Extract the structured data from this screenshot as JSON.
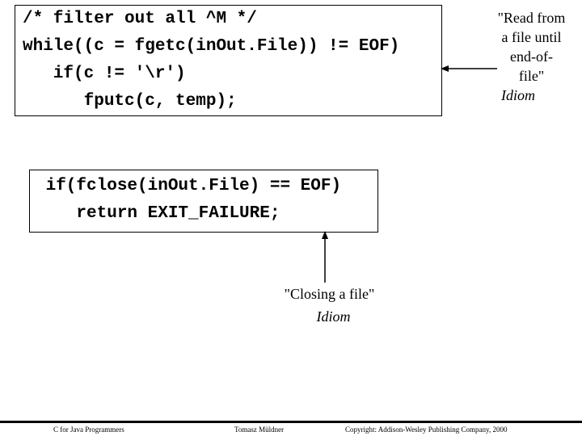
{
  "code_block_1": [
    "/* filter out all ^M */",
    "while((c = fgetc(inOut.File)) != EOF)",
    "   if(c != '\\r')",
    "      fputc(c, temp);"
  ],
  "code_block_2": [
    " if(fclose(inOut.File) == EOF)",
    "    return EXIT_FAILURE;"
  ],
  "note_1": {
    "lines": [
      "\"Read from",
      "a file until",
      "end-of-",
      "file\""
    ],
    "label": "Idiom"
  },
  "note_2": {
    "text": "\"Closing a file\"",
    "label": "Idiom"
  },
  "footer": {
    "left": "C for Java Programmers",
    "center": "Tomasz Müldner",
    "right": "Copyright: Addison-Wesley Publishing Company, 2000"
  }
}
